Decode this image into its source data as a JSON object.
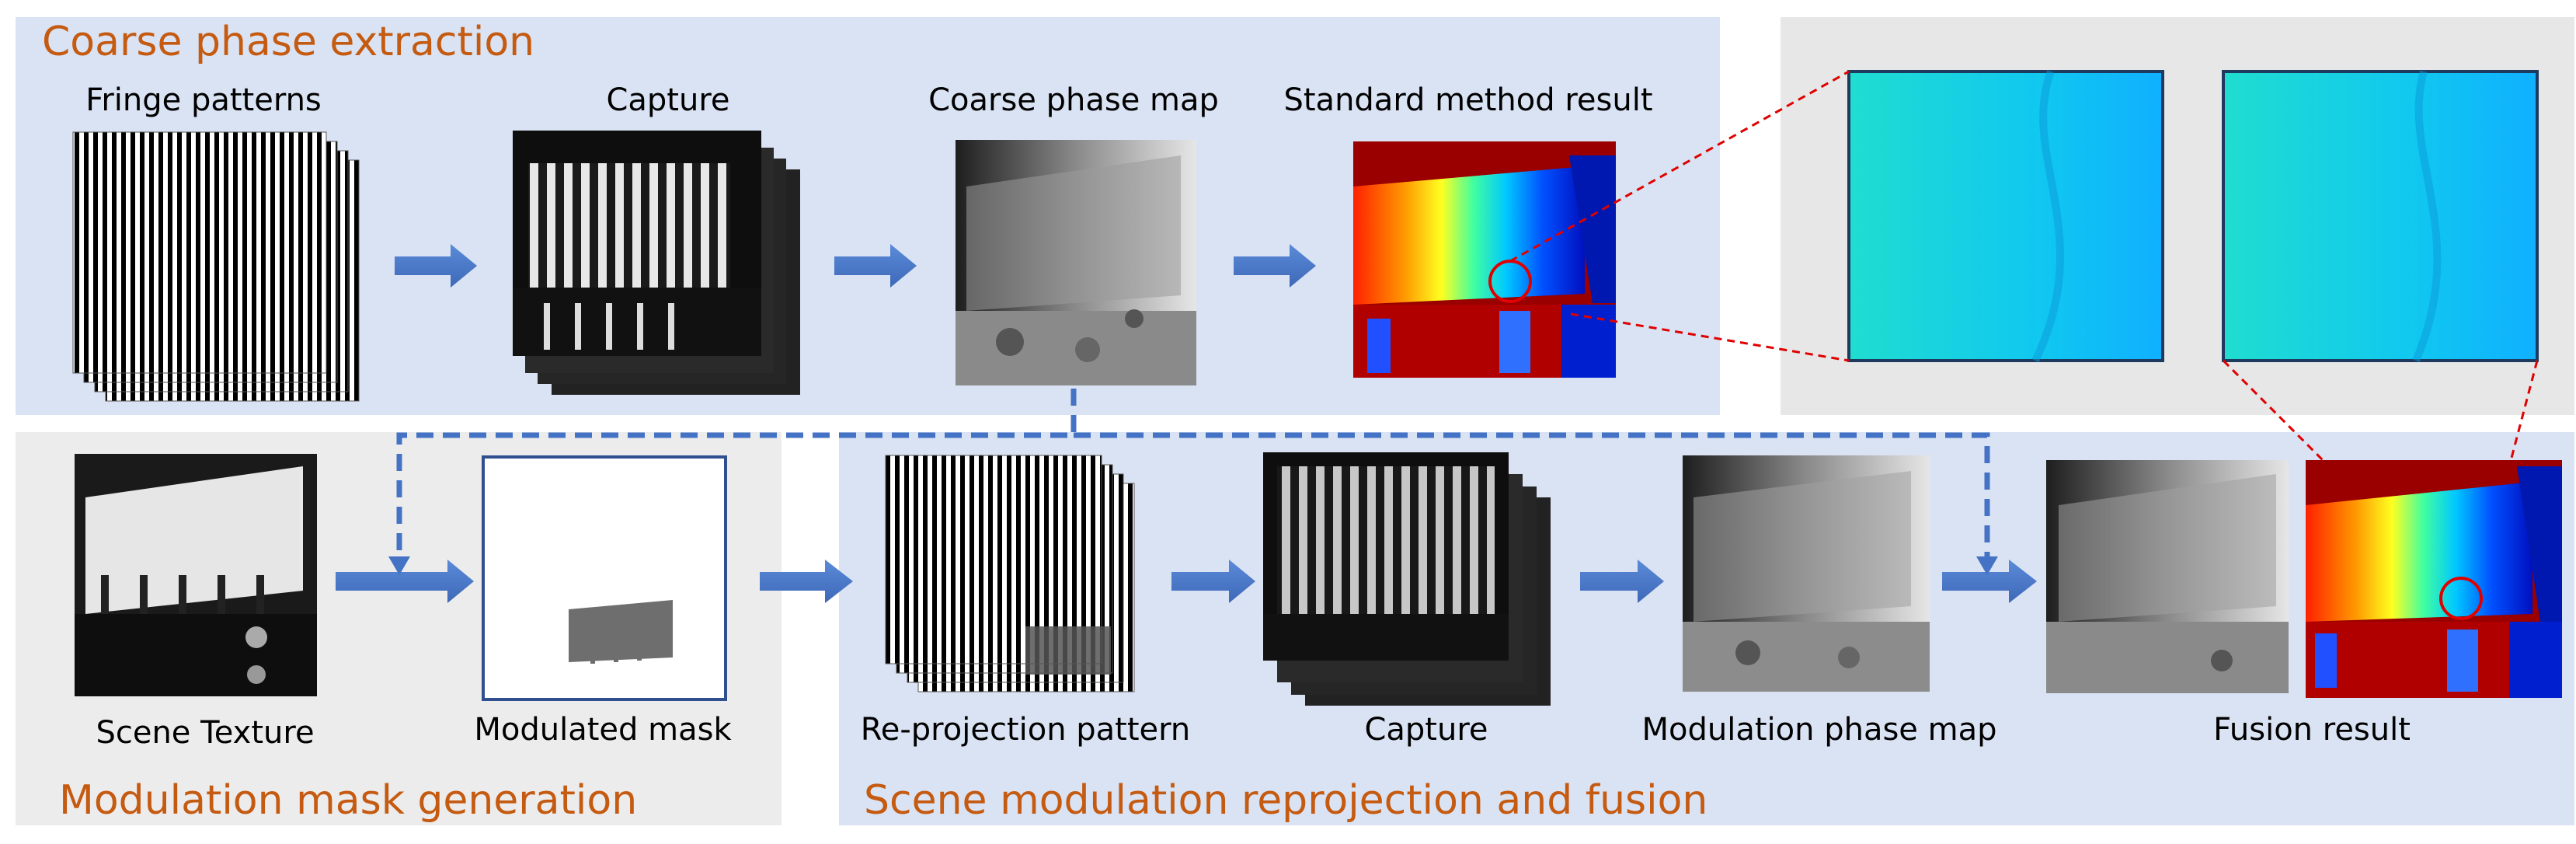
{
  "sections": {
    "coarse": "Coarse phase extraction",
    "mask": "Modulation mask generation",
    "fusion": "Scene modulation reprojection and fusion"
  },
  "labels": {
    "fringe_patterns": "Fringe patterns",
    "capture_top": "Capture",
    "coarse_phase_map": "Coarse phase map",
    "standard_result": "Standard method result",
    "scene_texture": "Scene Texture",
    "modulated_mask": "Modulated mask",
    "reprojection_pattern": "Re-projection pattern",
    "capture_bottom": "Capture",
    "modulation_phase_map": "Modulation phase map",
    "fusion_result": "Fusion result"
  },
  "colors": {
    "panel_blue": "#dae3f3",
    "panel_grey": "#ececec",
    "arrow": "#4472c4",
    "title_orange": "#c55a11",
    "highlight_red": "#e00000"
  }
}
